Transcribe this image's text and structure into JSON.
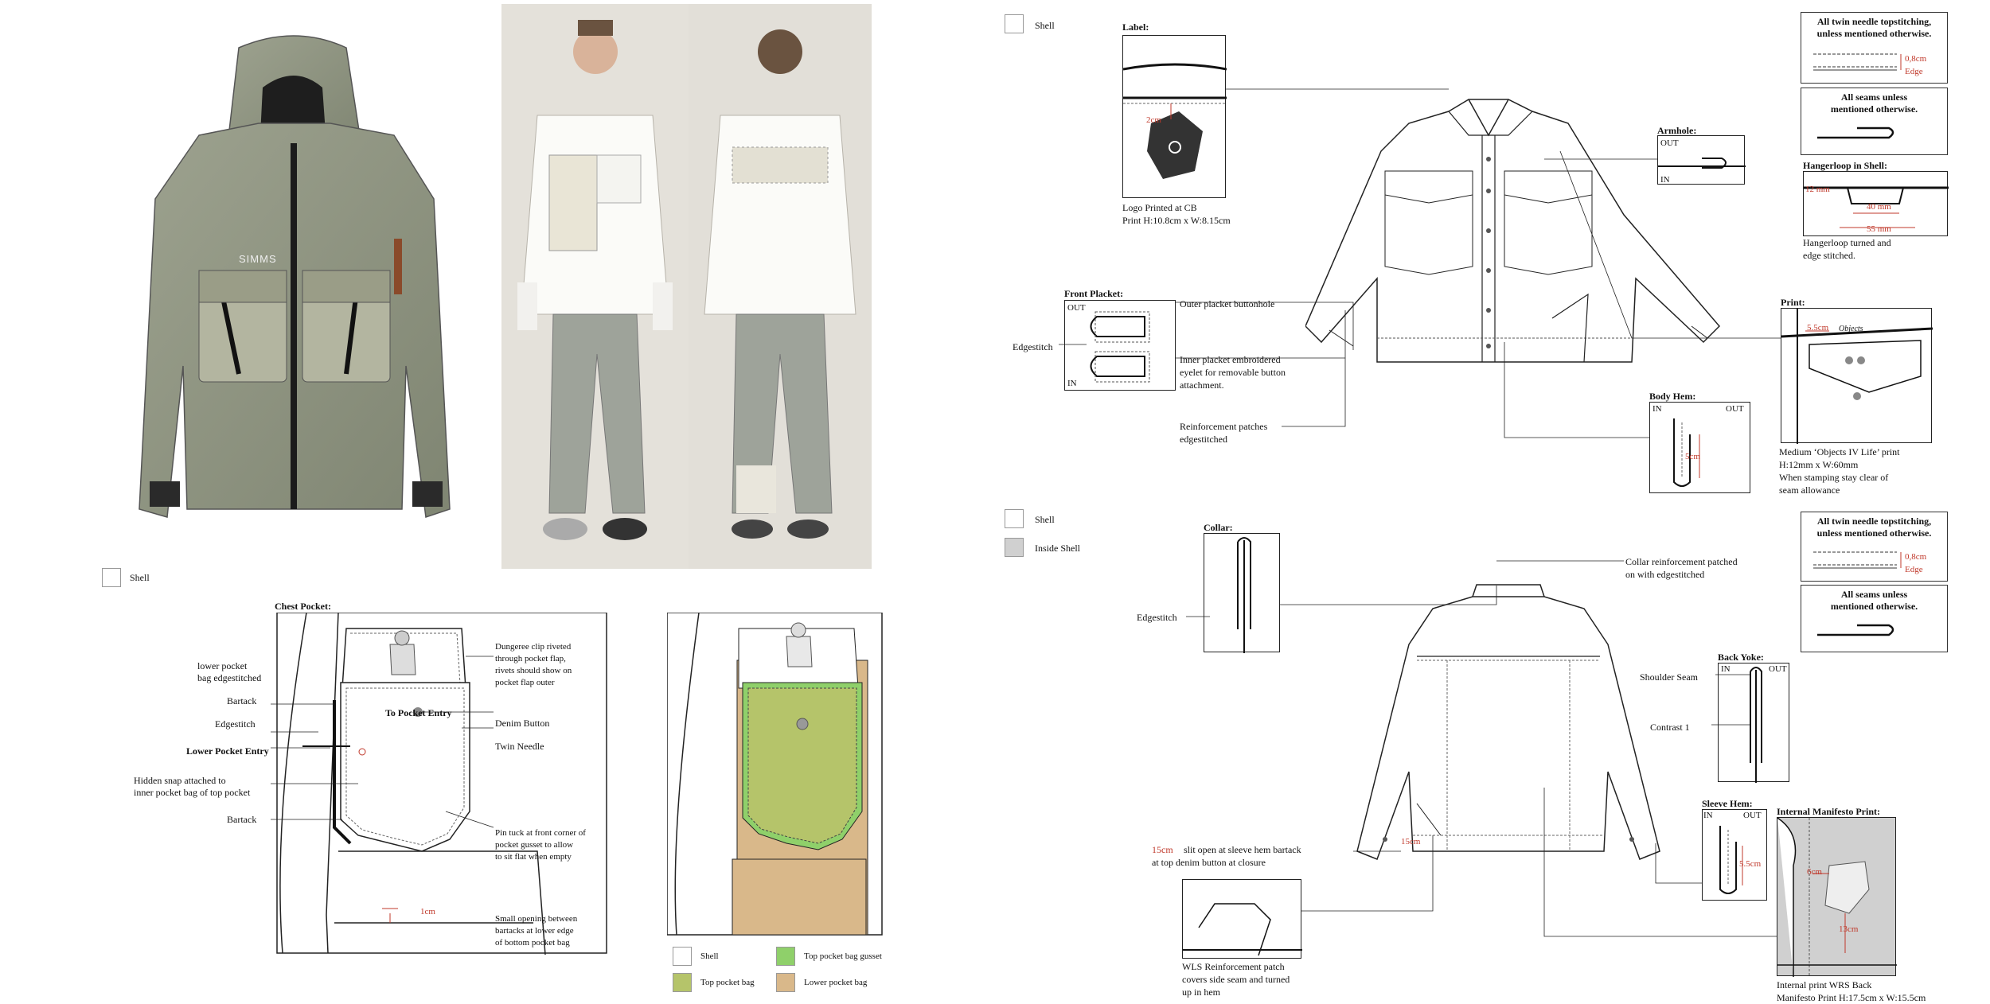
{
  "legend_top_left": {
    "shell": "Shell"
  },
  "legend_right_top": {
    "shell": "Shell"
  },
  "legend_right_bottom": {
    "shell": "Shell",
    "inside_shell": "Inside Shell"
  },
  "chest_pocket": {
    "title": "Chest Pocket:",
    "lower_pocket_bag": "lower pocket\nbag edgestitched",
    "bartack_1": "Bartack",
    "edgestitch": "Edgestitch",
    "lower_pocket_entry": "Lower Pocket Entry",
    "hidden_snap": "Hidden snap attached to\ninner pocket bag of top pocket",
    "bartack_2": "Bartack",
    "dungeree_clip": "Dungeree clip riveted\nthrough pocket flap,\nrivets should show on\npocket flap outer",
    "to_pocket_entry": "To Pocket Entry",
    "denim_button": "Denim Button",
    "twin_needle": "Twin Needle",
    "pin_tuck": "Pin tuck at front corner of\npocket gusset to allow\nto sit flat when empty",
    "one_cm": "1cm",
    "small_opening": "Small opening between\nbartacks at lower edge\nof bottom pocket bag"
  },
  "pocket_legend": {
    "shell": "Shell",
    "top_pocket_bag_gusset": "Top pocket bag gusset",
    "top_pocket_bag": "Top pocket bag",
    "lower_pocket_bag": "Lower pocket bag"
  },
  "front": {
    "label_title": "Label:",
    "label_2cm": "2cm",
    "logo_note": "Logo Printed at CB\nPrint H:10.8cm x W:8.15cm",
    "front_placket_title": "Front Placket:",
    "out": "OUT",
    "in": "IN",
    "edgestitch": "Edgestitch",
    "outer_placket": "Outer placket buttonhole",
    "inner_placket": "Inner placket embroidered\neyelet for removable button\nattachment.",
    "reinforcement": "Reinforcement patches\nedgestitched",
    "armhole_title": "Armhole:",
    "armhole_out": "OUT",
    "armhole_in": "IN",
    "body_hem_title": "Body Hem:",
    "body_hem_in": "IN",
    "body_hem_out": "OUT",
    "body_hem_5cm": "5cm",
    "print_title": "Print:",
    "print_5_5cm": "5.5cm",
    "print_objects": "Objects",
    "print_note": "Medium ‘Objects IV Life’ print\nH:12mm x W:60mm\nWhen stamping stay clear of\nseam allowance",
    "twin_needle_note": "All twin needle topstitching,\nunless mentioned otherwise.",
    "edge_08": "0,8cm",
    "edge_word": "Edge",
    "all_seams_note": "All seams unless\nmentioned otherwise.",
    "hangerloop_title": "Hangerloop in Shell:",
    "hl_12mm": "12 mm",
    "hl_40mm": "40 mm",
    "hl_55mm": "55 mm",
    "hangerloop_note": "Hangerloop turned and\nedge stitched."
  },
  "back": {
    "collar_title": "Collar:",
    "edgestitch": "Edgestitch",
    "collar_reinf": "Collar reinforcement patched\non with edgestitched",
    "twin_needle_note": "All twin needle topstitching,\nunless mentioned otherwise.",
    "edge_08": "0,8cm",
    "edge_word": "Edge",
    "all_seams_note": "All seams unless\nmentioned otherwise.",
    "back_yoke_title": "Back Yoke:",
    "by_in": "IN",
    "by_out": "OUT",
    "shoulder_seam": "Shoulder Seam",
    "contrast": "Contrast 1",
    "sleeve_hem_title": "Sleeve Hem:",
    "sh_in": "IN",
    "sh_out": "OUT",
    "sh_5_5cm": "5.5cm",
    "slit_15cm": "15cm",
    "slit_note": "slit open at sleeve hem bartack\nat top denim button at closure",
    "slit_15cm_dim": "15cm",
    "wls_note": "WLS Reinforcement patch\ncovers side seam and turned\nup in hem",
    "manifesto_title": "Internal Manifesto Print:",
    "mp_6cm": "6cm",
    "mp_13cm": "13cm",
    "manifesto_note": "Internal print WRS Back\nManifesto Print H:17.5cm x W:15.5cm"
  },
  "brand_text": "SIMMS",
  "colors": {
    "jacket_green": "#8e9480",
    "pocket_green": "#b5c46a",
    "gusset_green": "#8fd06a",
    "lower_pocket_tan": "#d9b88a",
    "inside_shell_grey": "#d0d0d0",
    "dim_red": "#c0392b"
  }
}
